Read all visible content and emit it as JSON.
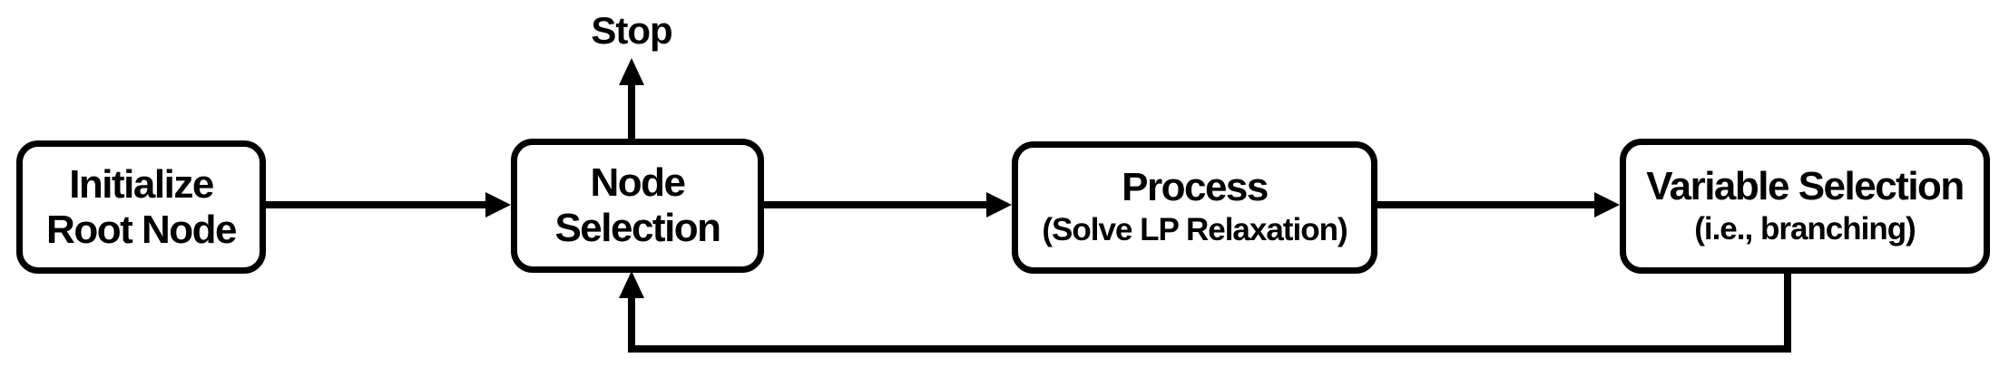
{
  "diagram": {
    "type": "flowchart",
    "stop_label": "Stop",
    "nodes": [
      {
        "id": "initialize-root-node",
        "lines": [
          "Initialize",
          "Root Node"
        ],
        "sub": ""
      },
      {
        "id": "node-selection",
        "lines": [
          "Node",
          "Selection"
        ],
        "sub": ""
      },
      {
        "id": "process",
        "lines": [
          "Process"
        ],
        "sub": "(Solve LP Relaxation)"
      },
      {
        "id": "variable-selection",
        "lines": [
          "Variable Selection"
        ],
        "sub": "(i.e., branching)"
      }
    ],
    "edges": [
      {
        "from": "initialize-root-node",
        "to": "node-selection",
        "style": "arrow-right"
      },
      {
        "from": "node-selection",
        "to": "stop",
        "style": "arrow-up"
      },
      {
        "from": "node-selection",
        "to": "process",
        "style": "arrow-right"
      },
      {
        "from": "process",
        "to": "variable-selection",
        "style": "arrow-right"
      },
      {
        "from": "variable-selection",
        "to": "node-selection",
        "style": "feedback-loop-bottom"
      }
    ],
    "colors": {
      "stroke": "#000000",
      "fill": "#ffffff",
      "text": "#000000"
    }
  }
}
